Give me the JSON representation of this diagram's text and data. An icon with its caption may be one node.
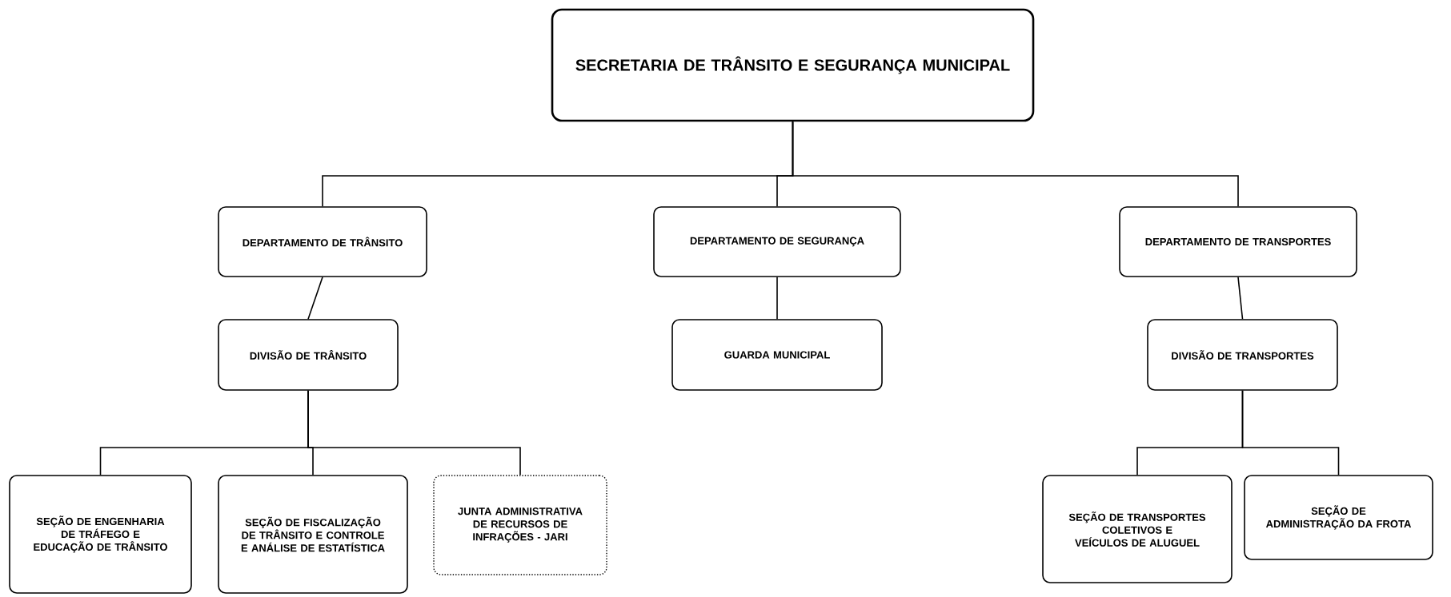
{
  "diagram": {
    "nodes": [
      {
        "text": [
          "SECRETARIA DE TRÂNSITO E SEGURANÇA MUNICIPAL"
        ]
      },
      {
        "text": [
          "DEPARTAMENTO DE TRÂNSITO"
        ]
      },
      {
        "text": [
          "DEPARTAMENTO DE SEGURANÇA"
        ]
      },
      {
        "text": [
          "DEPARTAMENTO DE TRANSPORTES"
        ]
      },
      {
        "text": [
          "DIVISÃO DE TRÂNSITO"
        ]
      },
      {
        "text": [
          "GUARDA MUNICIPAL"
        ]
      },
      {
        "text": [
          "DIVISÃO DE TRANSPORTES"
        ]
      },
      {
        "text": [
          "SEÇÃO DE ENGENHARIA DE TRÁFEGO E EDUCAÇÃO DE TRÂNSITO"
        ]
      },
      {
        "text": [
          "SEÇÃO DE FISCALIZAÇÃO DE TRÂNSITO E CONTROLE E ANÁLISE DE ESTATÍSTICA"
        ]
      },
      {
        "text": [
          "JUNTA ADMINISTRATIVA DE RECURSOS DE INFRAÇÕES - JARI"
        ]
      },
      {
        "text": [
          "SEÇÃO DE TRANSPORTES COLETIVOS E VEÍCULOS DE ALUGUEL"
        ]
      },
      {
        "text": [
          "SEÇÃO DE ADMINISTRAÇÃO DA FROTA"
        ]
      }
    ],
    "edges": [
      {
        "from": 0,
        "to": 1,
        "arrow": "none"
      },
      {
        "from": 0,
        "to": 2,
        "arrow": "none"
      },
      {
        "from": 0,
        "to": 3,
        "arrow": "none"
      },
      {
        "from": 1,
        "to": 4,
        "arrow": "none"
      },
      {
        "from": 2,
        "to": 5,
        "arrow": "none"
      },
      {
        "from": 3,
        "to": 6,
        "arrow": "none"
      },
      {
        "from": 4,
        "to": 7,
        "arrow": "none"
      },
      {
        "from": 4,
        "to": 8,
        "arrow": "none"
      },
      {
        "from": 4,
        "to": 9,
        "arrow": "none"
      },
      {
        "from": 6,
        "to": 10,
        "arrow": "none"
      },
      {
        "from": 6,
        "to": 11,
        "arrow": "none"
      }
    ]
  }
}
